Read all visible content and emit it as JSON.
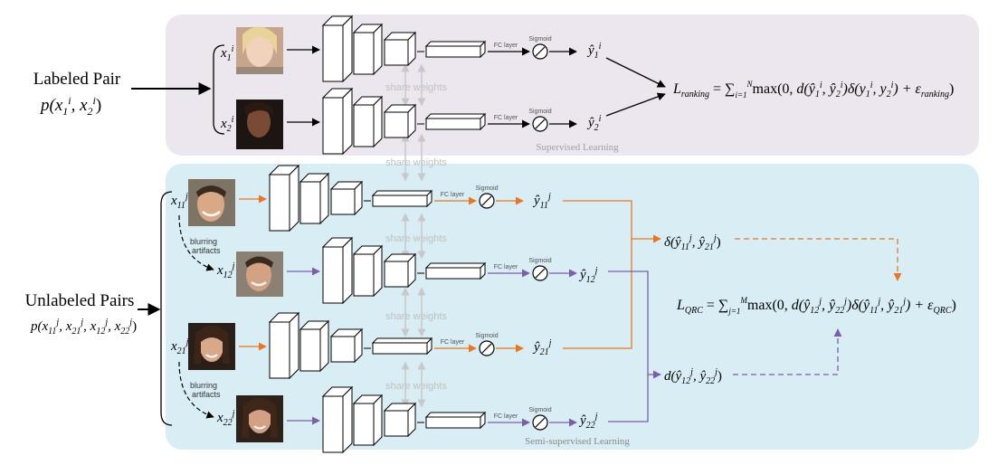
{
  "labeled": {
    "title": "Labeled Pair",
    "sub": "p(x",
    "panel_label": "Supervised Learning",
    "share_label": "share weights",
    "fc_label": "FC layer",
    "sigmoid_label": "Sigmoid",
    "loss": "max(0, d(ŷ",
    "loss_name": "L",
    "loss_sub": "ranking"
  },
  "unlabeled": {
    "title": "Unlabeled Pairs",
    "panel_label": "Semi-supervised Learning",
    "share_label": "share weights",
    "blur_label_1": "blurring",
    "blur_label_2": "artifacts",
    "loss_name": "L",
    "loss_sub": "QRC",
    "delta_label": "δ(ŷ",
    "d_label": "d(ŷ"
  },
  "colors": {
    "supervised_bg": "#ece6ee",
    "semi_bg": "#d9edf4",
    "orange": "#e87722",
    "purple": "#7b5ea7",
    "gray_arrow": "#c8c8c8"
  }
}
